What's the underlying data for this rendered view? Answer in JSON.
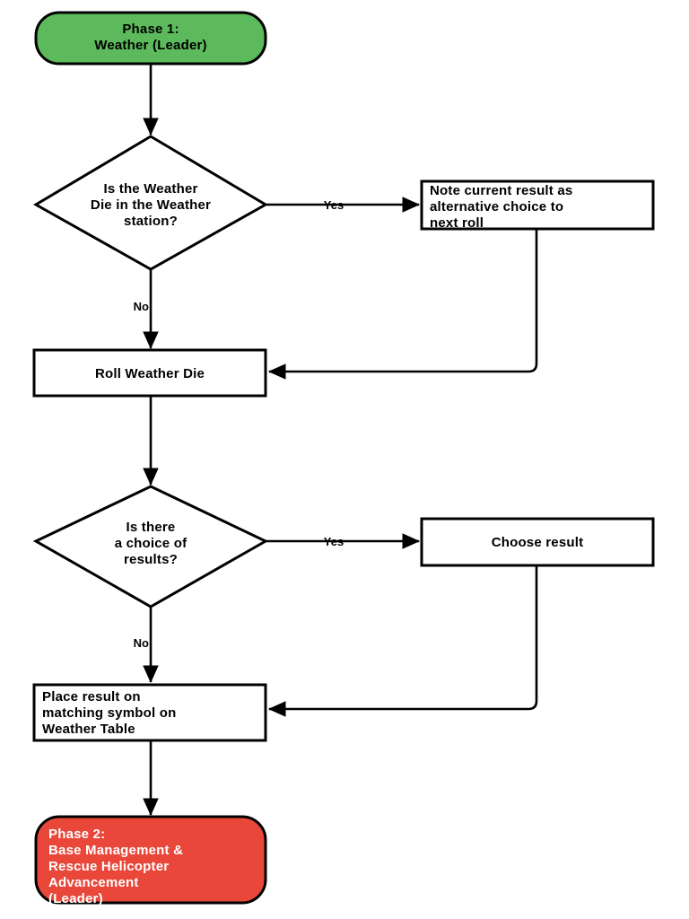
{
  "document": {
    "title": "Phase 1: Weather (Leader) Flowchart",
    "background_color": "#ffffff"
  },
  "palette": {
    "start_fill": "#5cba5c",
    "end_fill": "#e8473a",
    "process_fill": "#ffffff",
    "decision_fill": "#ffffff",
    "stroke": "#000000",
    "dark_text": "#000000",
    "light_text": "#ffffff"
  },
  "nodes": {
    "start": {
      "type": "terminator",
      "lines": [
        "Phase 1:",
        "Weather (Leader)"
      ],
      "line1": "Phase 1:",
      "line2": "Weather (Leader)",
      "align": "center",
      "fill": "#5cba5c"
    },
    "decision_weather_die": {
      "type": "decision",
      "lines": [
        "Is the Weather",
        "Die in the Weather",
        "station?"
      ],
      "line1": "Is the Weather",
      "line2": "Die in the Weather",
      "line3": "station?",
      "align": "center",
      "fill": "#ffffff"
    },
    "note_alternative": {
      "type": "process",
      "lines": [
        "Note current result as",
        "alternative choice to",
        "next roll"
      ],
      "line1": "Note current result as",
      "line2": "alternative choice to",
      "line3": "next roll",
      "align": "left",
      "fill": "#ffffff"
    },
    "roll_weather_die": {
      "type": "process",
      "lines": [
        "Roll Weather Die"
      ],
      "line1": "Roll Weather Die",
      "align": "center",
      "fill": "#ffffff"
    },
    "decision_choice": {
      "type": "decision",
      "lines": [
        "Is there",
        "a choice of",
        "results?"
      ],
      "line1": "Is there",
      "line2": "a choice of",
      "line3": "results?",
      "align": "center",
      "fill": "#ffffff"
    },
    "choose_result": {
      "type": "process",
      "lines": [
        "Choose result"
      ],
      "line1": "Choose result",
      "align": "center",
      "fill": "#ffffff"
    },
    "place_result": {
      "type": "process",
      "lines": [
        "Place result on",
        "matching symbol on",
        "Weather Table"
      ],
      "line1": "Place result on",
      "line2": "matching symbol on",
      "line3": "Weather Table",
      "align": "left",
      "fill": "#ffffff"
    },
    "end": {
      "type": "terminator",
      "lines": [
        "Phase 2:",
        "Base Management &",
        "Rescue Helicopter",
        "Advancement",
        "(Leader)"
      ],
      "line1": "Phase 2:",
      "line2": "Base Management &",
      "line3": "Rescue Helicopter",
      "line4": "Advancement",
      "line5": "(Leader)",
      "align": "left",
      "fill": "#e8473a"
    }
  },
  "edge_labels": {
    "weather_die_yes": "Yes",
    "weather_die_no": "No",
    "choice_yes": "Yes",
    "choice_no": "No"
  }
}
